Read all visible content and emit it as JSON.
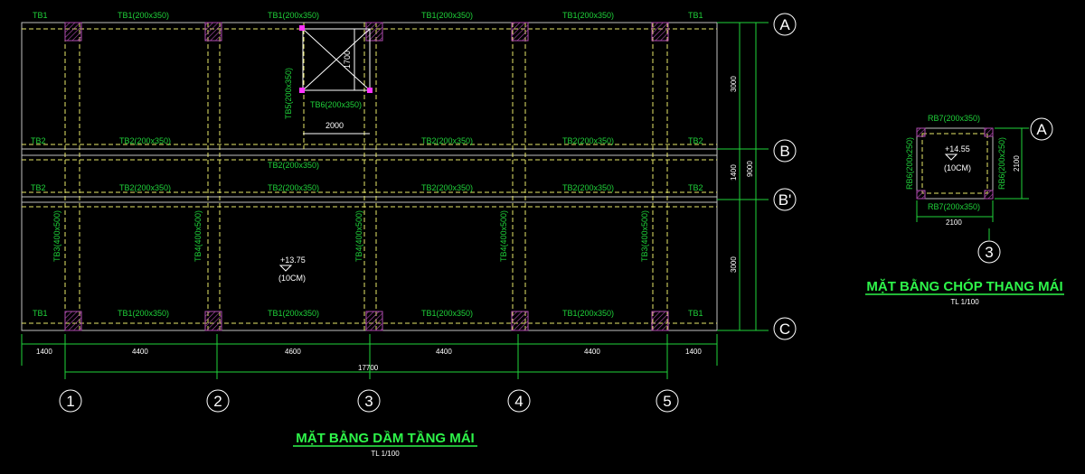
{
  "main_plan": {
    "title": "MẶT BẰNG DẦM TẦNG MÁI",
    "scale": "TL 1/100",
    "grid_cols": [
      "1",
      "2",
      "3",
      "4",
      "5"
    ],
    "grid_rows": [
      "A",
      "B",
      "B'",
      "C"
    ],
    "beam_labels": {
      "tb1": "TB1",
      "tb1_full": "TB1(200x350)",
      "tb2": "TB2",
      "tb2_full": "TB2(200x350)",
      "tb3": "TB3(400x500)",
      "tb4": "TB4(400x500)",
      "tb5": "TB5(200x350)",
      "tb6": "TB6(200x350)"
    },
    "stair_dims": {
      "height": "1700",
      "width": "2000"
    },
    "level": {
      "value": "+13.75",
      "thickness": "(10CM)"
    },
    "dims_bottom": [
      "1400",
      "4400",
      "4600",
      "4400",
      "4400",
      "1400"
    ],
    "dim_total": "17700",
    "dims_right": [
      "3000",
      "1400",
      "3000"
    ],
    "dim_right_total": "9000"
  },
  "stair_plan": {
    "title": "MẶT BẰNG CHÓP THANG MÁI",
    "scale": "TL 1/100",
    "grid_col": "3",
    "grid_row": "A",
    "beam_top": "RB7(200x350)",
    "beam_bottom": "RB7(200x350)",
    "beam_left": "RB6(200x250)",
    "beam_right": "RB6(200x250)",
    "level": {
      "value": "+14.55",
      "thickness": "(10CM)"
    },
    "dim_width": "2100",
    "dim_height": "2100"
  },
  "colors": {
    "beam_text": "#1fd33a",
    "beam_line": "#e8e86a",
    "column": "#c04ec0",
    "wall": "#bfbfbf",
    "title": "#2ef54a"
  }
}
